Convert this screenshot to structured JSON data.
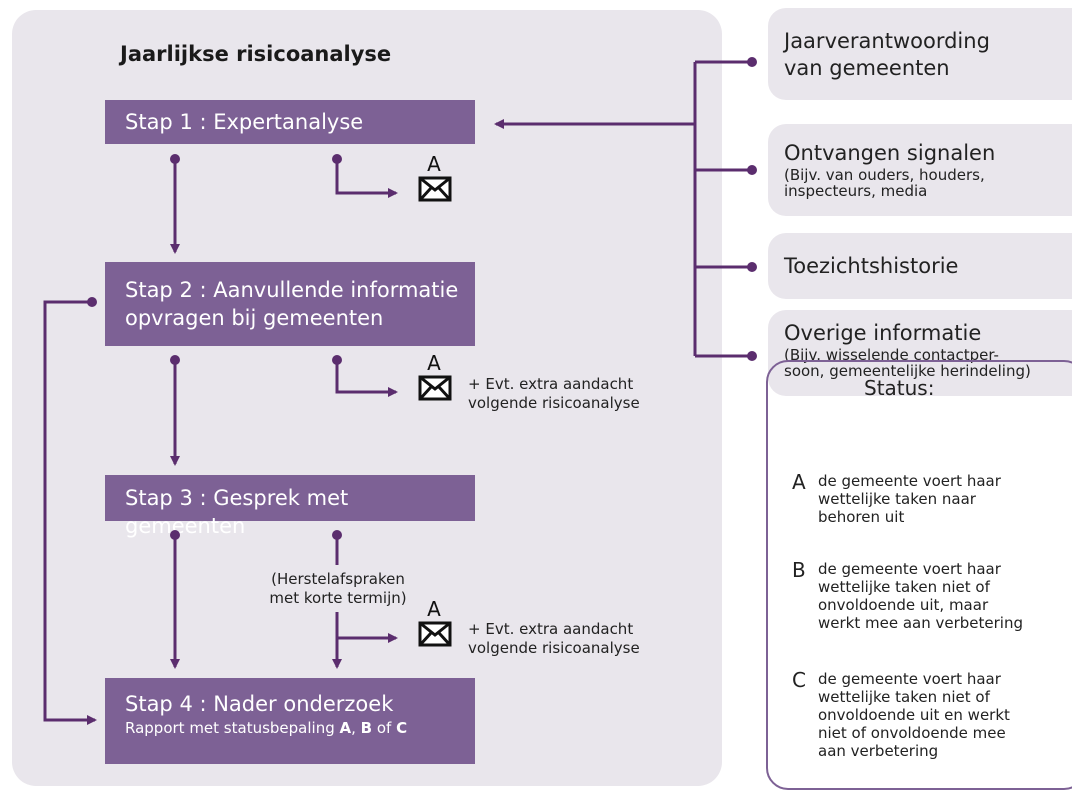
{
  "diagram": {
    "title": "Jaarlijkse risicoanalyse",
    "steps": [
      {
        "label": "Stap 1 : Expertanalyse"
      },
      {
        "label_line1": "Stap 2 : Aanvullende informatie",
        "label_line2": "opvragen bij gemeenten"
      },
      {
        "label": "Stap 3 : Gesprek met gemeenten"
      },
      {
        "label": "Stap 4 : Nader onderzoek",
        "sub_prefix": "Rapport met statusbepaling ",
        "sub_a": "A",
        "sub_sep1": ", ",
        "sub_b": "B",
        "sub_sep2": " of ",
        "sub_c": "C"
      }
    ],
    "envelope_letter": "A",
    "notes": {
      "extra_attention_1": "+ Evt. extra aandacht",
      "extra_attention_2": "volgende risicoanalyse",
      "herstel_1": "(Herstelafspraken",
      "herstel_2": "met korte termijn)"
    },
    "info_sources": [
      {
        "main_1": "Jaarverantwoording",
        "main_2": "van gemeenten"
      },
      {
        "main_1": "Ontvangen signalen",
        "detail_1": "(Bijv. van ouders, houders,",
        "detail_2": "inspecteurs, media"
      },
      {
        "main_1": "Toezichtshistorie"
      },
      {
        "main_1": "Overige informatie",
        "detail_1": "(Bijv. wisselende contactper-",
        "detail_2": "soon, gemeentelijke herindeling)"
      }
    ],
    "status": {
      "title": "Status:",
      "items": [
        {
          "code": "A",
          "lines": [
            "de gemeente voert haar",
            "wettelijke taken naar",
            "behoren uit"
          ]
        },
        {
          "code": "B",
          "lines": [
            "de gemeente voert haar",
            "wettelijke taken niet of",
            "onvoldoende uit, maar",
            "werkt mee aan verbetering"
          ]
        },
        {
          "code": "C",
          "lines": [
            "de gemeente voert haar",
            "wettelijke taken niet of",
            "onvoldoende uit en werkt",
            "niet of onvoldoende mee",
            "aan verbetering"
          ]
        }
      ]
    },
    "colors": {
      "accent": "#7d6195",
      "connector": "#5b2d6e",
      "panel": "#e9e6ec"
    }
  }
}
